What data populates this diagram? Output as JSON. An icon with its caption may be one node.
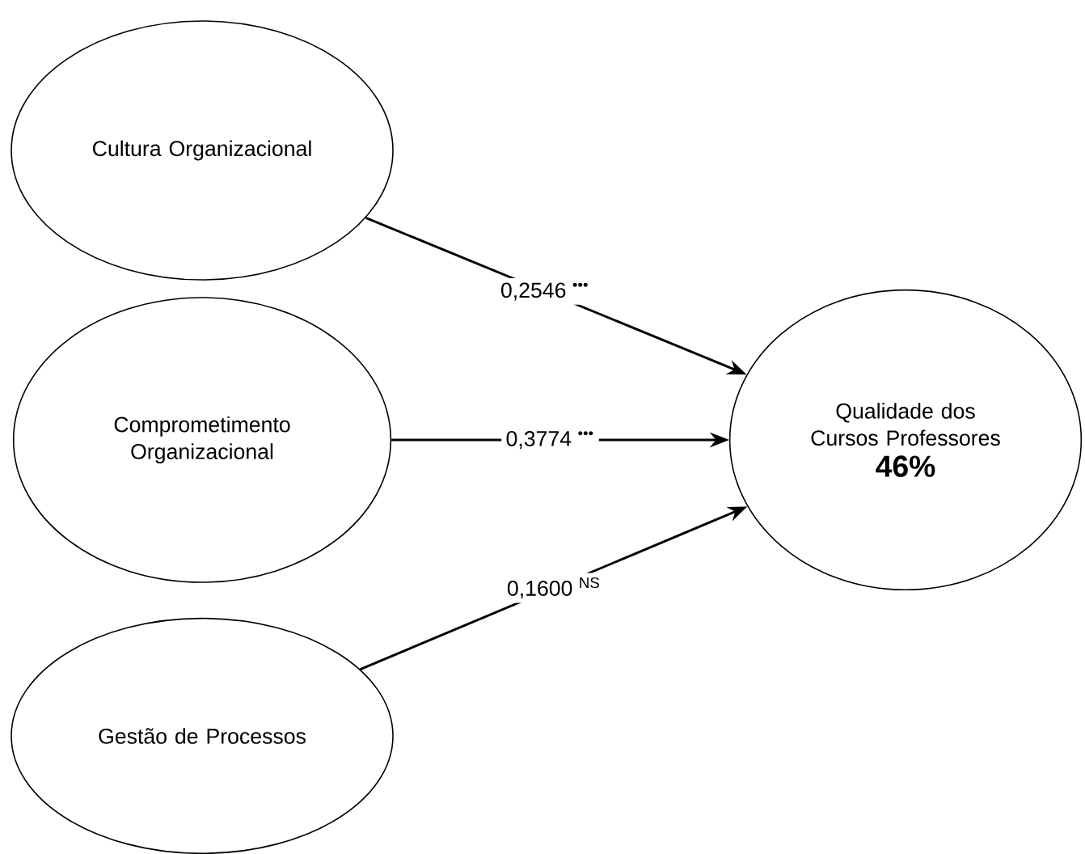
{
  "diagram": {
    "nodes": [
      {
        "text": [
          "Cultura Organizacional"
        ]
      },
      {
        "text": [
          "Comprometimento Organizacional"
        ]
      },
      {
        "text": [
          "Gestão de Processos"
        ]
      },
      {
        "text": [
          "Qualidade dos Cursos Professores",
          "46%"
        ]
      }
    ],
    "edges": [
      {
        "from": 0,
        "to": 3,
        "arrow": "to",
        "label": "0,2546 $^{•••}$"
      },
      {
        "from": 1,
        "to": 3,
        "arrow": "to",
        "label": "0,3774 $^{•••}$"
      },
      {
        "from": 2,
        "to": 3,
        "arrow": "to",
        "label": "0,1600 $^{NS}$"
      }
    ]
  }
}
